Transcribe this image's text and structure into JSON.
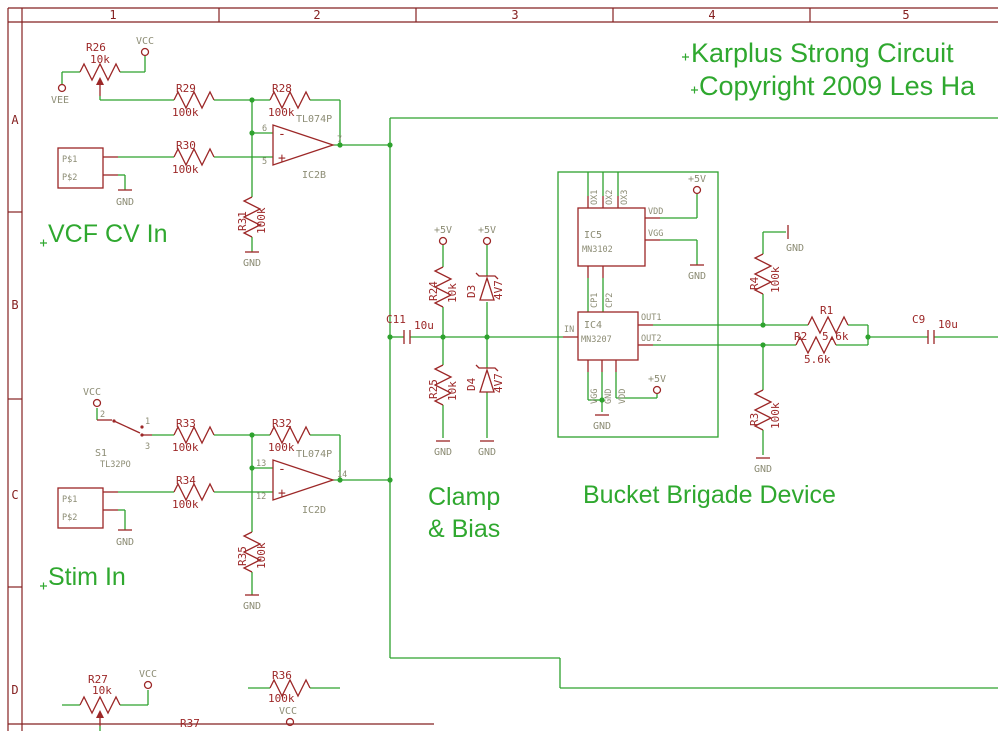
{
  "title": {
    "line1": "Karplus Strong Circuit",
    "line2": "Copyright 2009 Les Ha"
  },
  "sections": {
    "vcf_cv_in": "VCF CV In",
    "stim_in": "Stim In",
    "clamp_line1": "Clamp",
    "clamp_line2": "& Bias",
    "bucket_brigade": "Bucket Brigade Device"
  },
  "frame": {
    "cols": [
      "1",
      "2",
      "3",
      "4",
      "5"
    ],
    "rows": [
      "A",
      "B",
      "C",
      "D"
    ]
  },
  "common": {
    "gnd": "GND",
    "vcc": "VCC",
    "vee": "VEE",
    "p5v": "+5V",
    "minus": "-",
    "plus": "+",
    "r100k": "100k",
    "r10k": "10k",
    "c10u": "10u",
    "z4v7": "4V7",
    "r5k6": "5.6k",
    "tl074p": "TL074P",
    "pin_p1": "P$1",
    "pin_p2": "P$2"
  },
  "components": {
    "r1": "R1",
    "r2": "R2",
    "r3": "R3",
    "r4": "R4",
    "r24": "R24",
    "r25": "R25",
    "r26": "R26",
    "r27": "R27",
    "r28": "R28",
    "r29": "R29",
    "r30": "R30",
    "r31": "R31",
    "r32": "R32",
    "r33": "R33",
    "r34": "R34",
    "r35": "R35",
    "r36": "R36",
    "r37": "R37",
    "c9": "C9",
    "c11": "C11",
    "d3": "D3",
    "d4": "D4",
    "ic2b": "IC2B",
    "ic2d": "IC2D",
    "ic5": "IC5",
    "ic5_value": "MN3102",
    "ic4": "IC4",
    "ic4_value": "MN3207",
    "s1": "S1",
    "s1_value": "TL32PO"
  },
  "pins": {
    "p5": "5",
    "p6": "6",
    "p7": "7",
    "p12": "12",
    "p13": "13",
    "p14": "14",
    "sw1": "1",
    "sw2": "2",
    "sw3": "3",
    "in": "IN",
    "out1": "OUT1",
    "out2": "OUT2",
    "vdd": "VDD",
    "vgg": "VGG",
    "ox1": "OX1",
    "ox2": "OX2",
    "ox3": "OX3",
    "cp1": "CP1",
    "cp2": "CP2"
  },
  "colors": {
    "wire": "#2ea22e",
    "symbol": "#9c2727",
    "annotation": "#8c8c74",
    "frame": "#852121",
    "label_green": "#2fa82f"
  }
}
